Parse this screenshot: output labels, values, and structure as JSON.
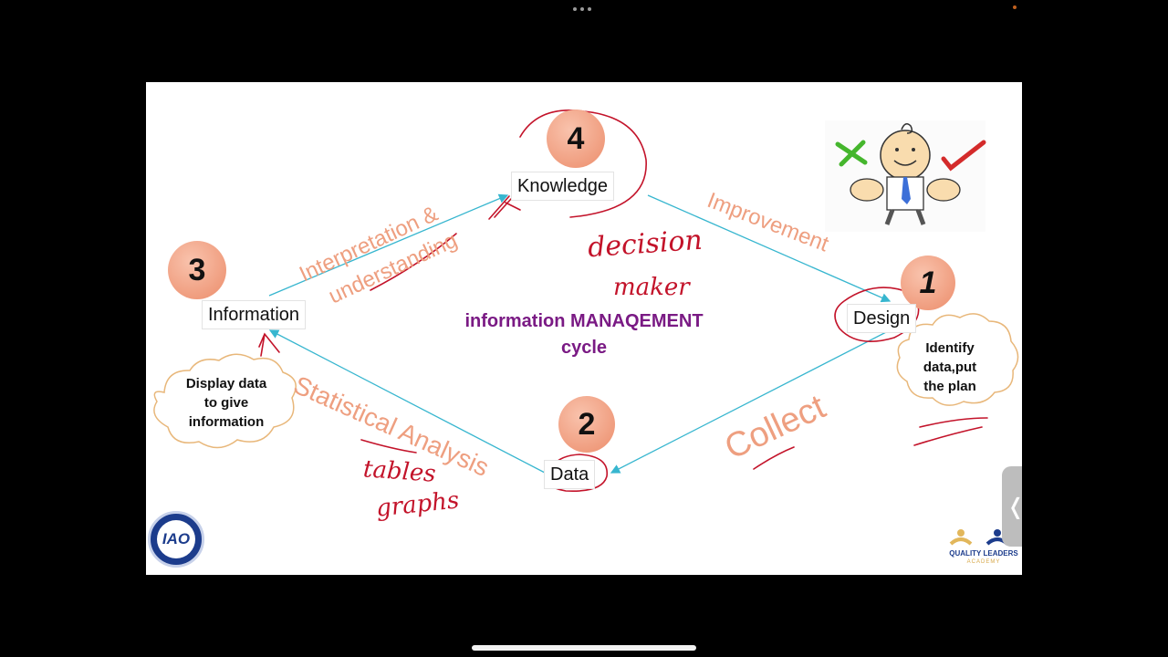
{
  "diagram": {
    "center_title_line1": "information MANAQEMENT",
    "center_title_line2": "cycle",
    "nodes": [
      {
        "id": "knowledge",
        "number": "4",
        "label": "Knowledge"
      },
      {
        "id": "design",
        "number": "1",
        "label": "Design"
      },
      {
        "id": "data",
        "number": "2",
        "label": "Data"
      },
      {
        "id": "information",
        "number": "3",
        "label": "Information"
      }
    ],
    "edges": [
      {
        "label_line1": "Interpretation &",
        "label_line2": "understanding"
      },
      {
        "label": "Improvement"
      },
      {
        "label": "Collect"
      },
      {
        "label": "Statistical Analysis"
      }
    ],
    "clouds": {
      "left": [
        "Display data",
        "to give",
        "information"
      ],
      "right": [
        "Identify",
        "data,put",
        "the plan"
      ]
    },
    "handwritten": {
      "decision": "decision",
      "maker": "maker",
      "tables": "tables",
      "graphs": "graphs"
    },
    "colors": {
      "edge_label": "#ee9f80",
      "arrow": "#37b6cf",
      "title": "#7a1a84",
      "annotation": "#c3132a",
      "number_circle": "#ef9a7b"
    }
  },
  "logos": {
    "iao": "IAO",
    "quality_leaders": "QUALITY LEADERS",
    "quality_leaders_sub": "ACADEMY"
  },
  "side_tab_glyph": "❬"
}
